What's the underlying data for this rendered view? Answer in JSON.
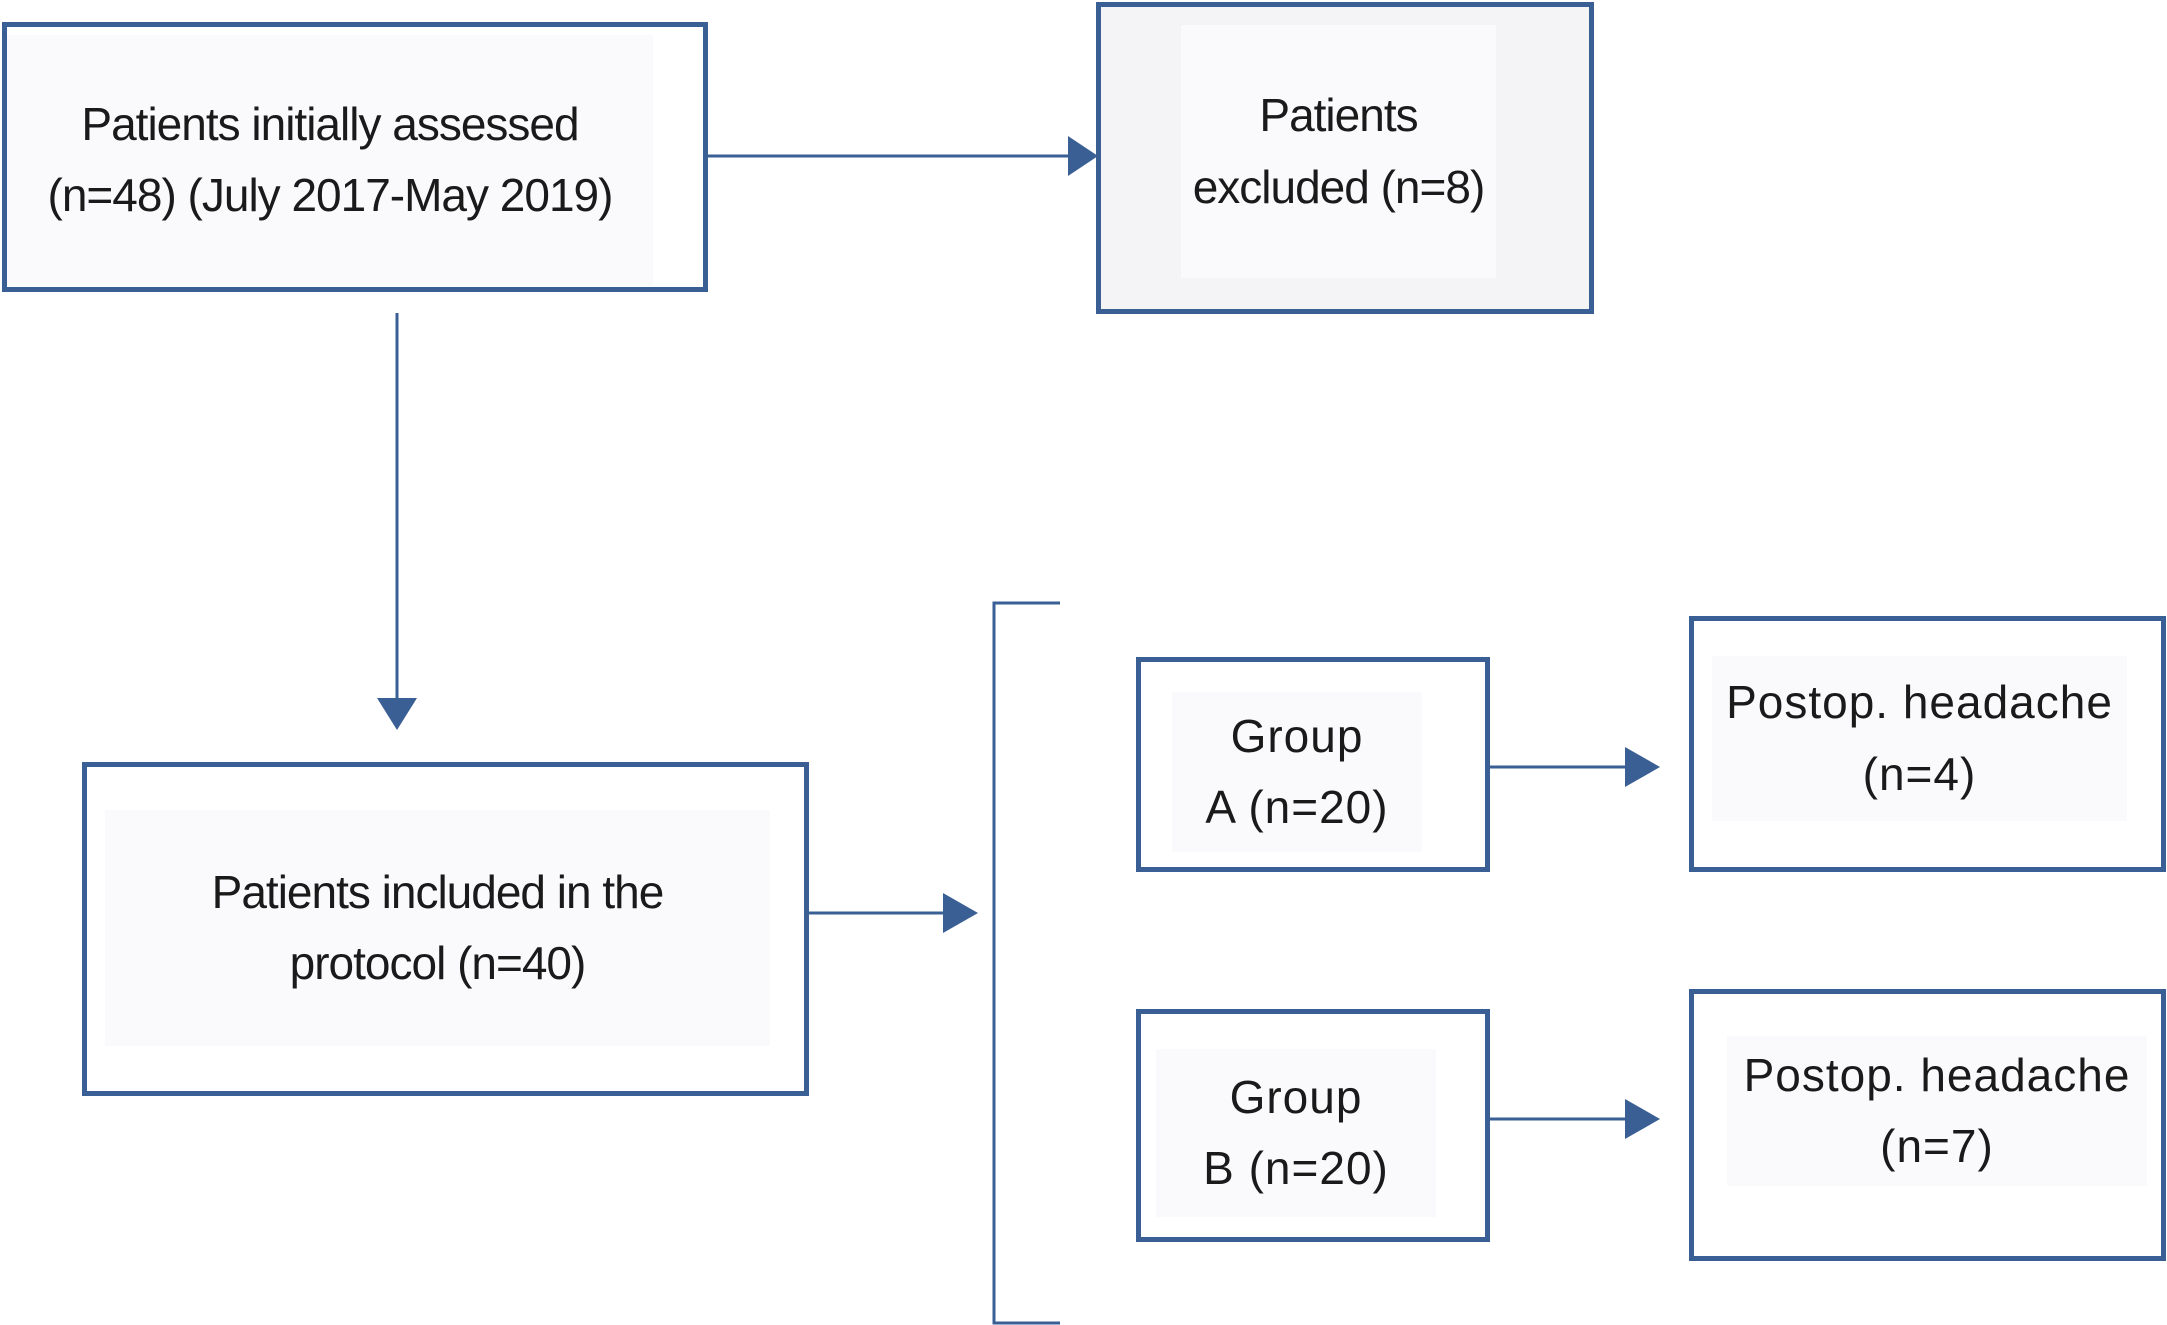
{
  "colors": {
    "stroke": "#3a5f94",
    "text": "#1a1a1a"
  },
  "boxes": {
    "assessed": {
      "line1": "Patients initially assessed",
      "line2": "(n=48) (July 2017-May 2019)"
    },
    "excluded": {
      "line1": "Patients",
      "line2": "excluded (n=8)"
    },
    "included": {
      "line1": "Patients included in the",
      "line2": "protocol (n=40)"
    },
    "group_a": {
      "line1": "Group",
      "line2": "A (n=20)"
    },
    "group_b": {
      "line1": "Group",
      "line2": "B (n=20)"
    },
    "headache_a": {
      "line1": "Postop. headache",
      "line2": "(n=4)"
    },
    "headache_b": {
      "line1": "Postop. headache",
      "line2": "(n=7)"
    }
  }
}
